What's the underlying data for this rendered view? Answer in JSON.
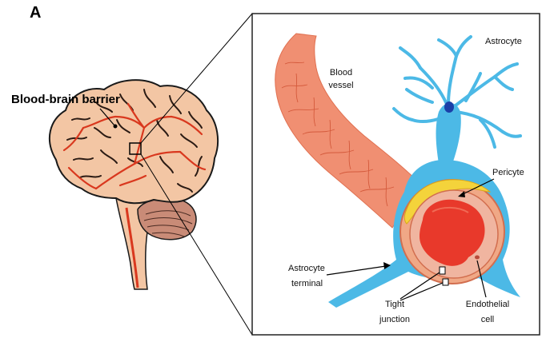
{
  "panel": {
    "letter": "A"
  },
  "brain": {
    "title": "Blood-brain barrier"
  },
  "zoom": {
    "labels": {
      "astrocyte": "Astrocyte",
      "blood_vessel_line1": "Blood",
      "blood_vessel_line2": "vessel",
      "pericyte": "Pericyte",
      "astrocyte_terminal_line1": "Astrocyte",
      "astrocyte_terminal_line2": "terminal",
      "tight_junction_line1": "Tight",
      "tight_junction_line2": "junction",
      "endothelial_line1": "Endothelial",
      "endothelial_line2": "cell"
    }
  },
  "colors": {
    "brain_fill": "#f3c6a4",
    "vessel_red": "#d9381e",
    "sulci": "#2b1b14",
    "vessel_fill": "#f08f72",
    "astrocyte_blue": "#4cb9e6",
    "nucleus": "#1b3fa8",
    "pericyte_yellow": "#f4d33b",
    "lumen_red": "#e8392b",
    "endothelium": "#f0b5a0"
  }
}
